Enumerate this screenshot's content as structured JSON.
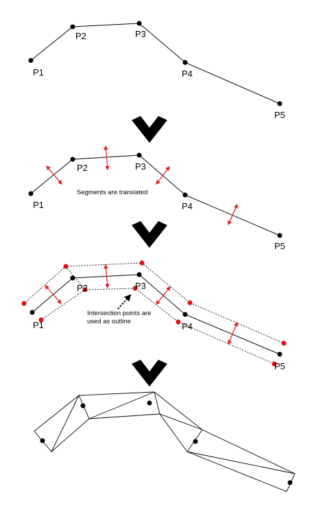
{
  "points": {
    "p1": "P1",
    "p2": "P2",
    "p3": "P3",
    "p4": "P4",
    "p5": "P5"
  },
  "captions": {
    "translated": "Segments are translated",
    "intersection_line1": "Intersection points are",
    "intersection_line2": "used as outline"
  },
  "colors": {
    "line": "#000000",
    "arrow_red": "#e02020",
    "point_red": "#e01010"
  },
  "icons": {
    "down": "down-arrow-icon",
    "offset": "double-headed-arrow-icon"
  }
}
